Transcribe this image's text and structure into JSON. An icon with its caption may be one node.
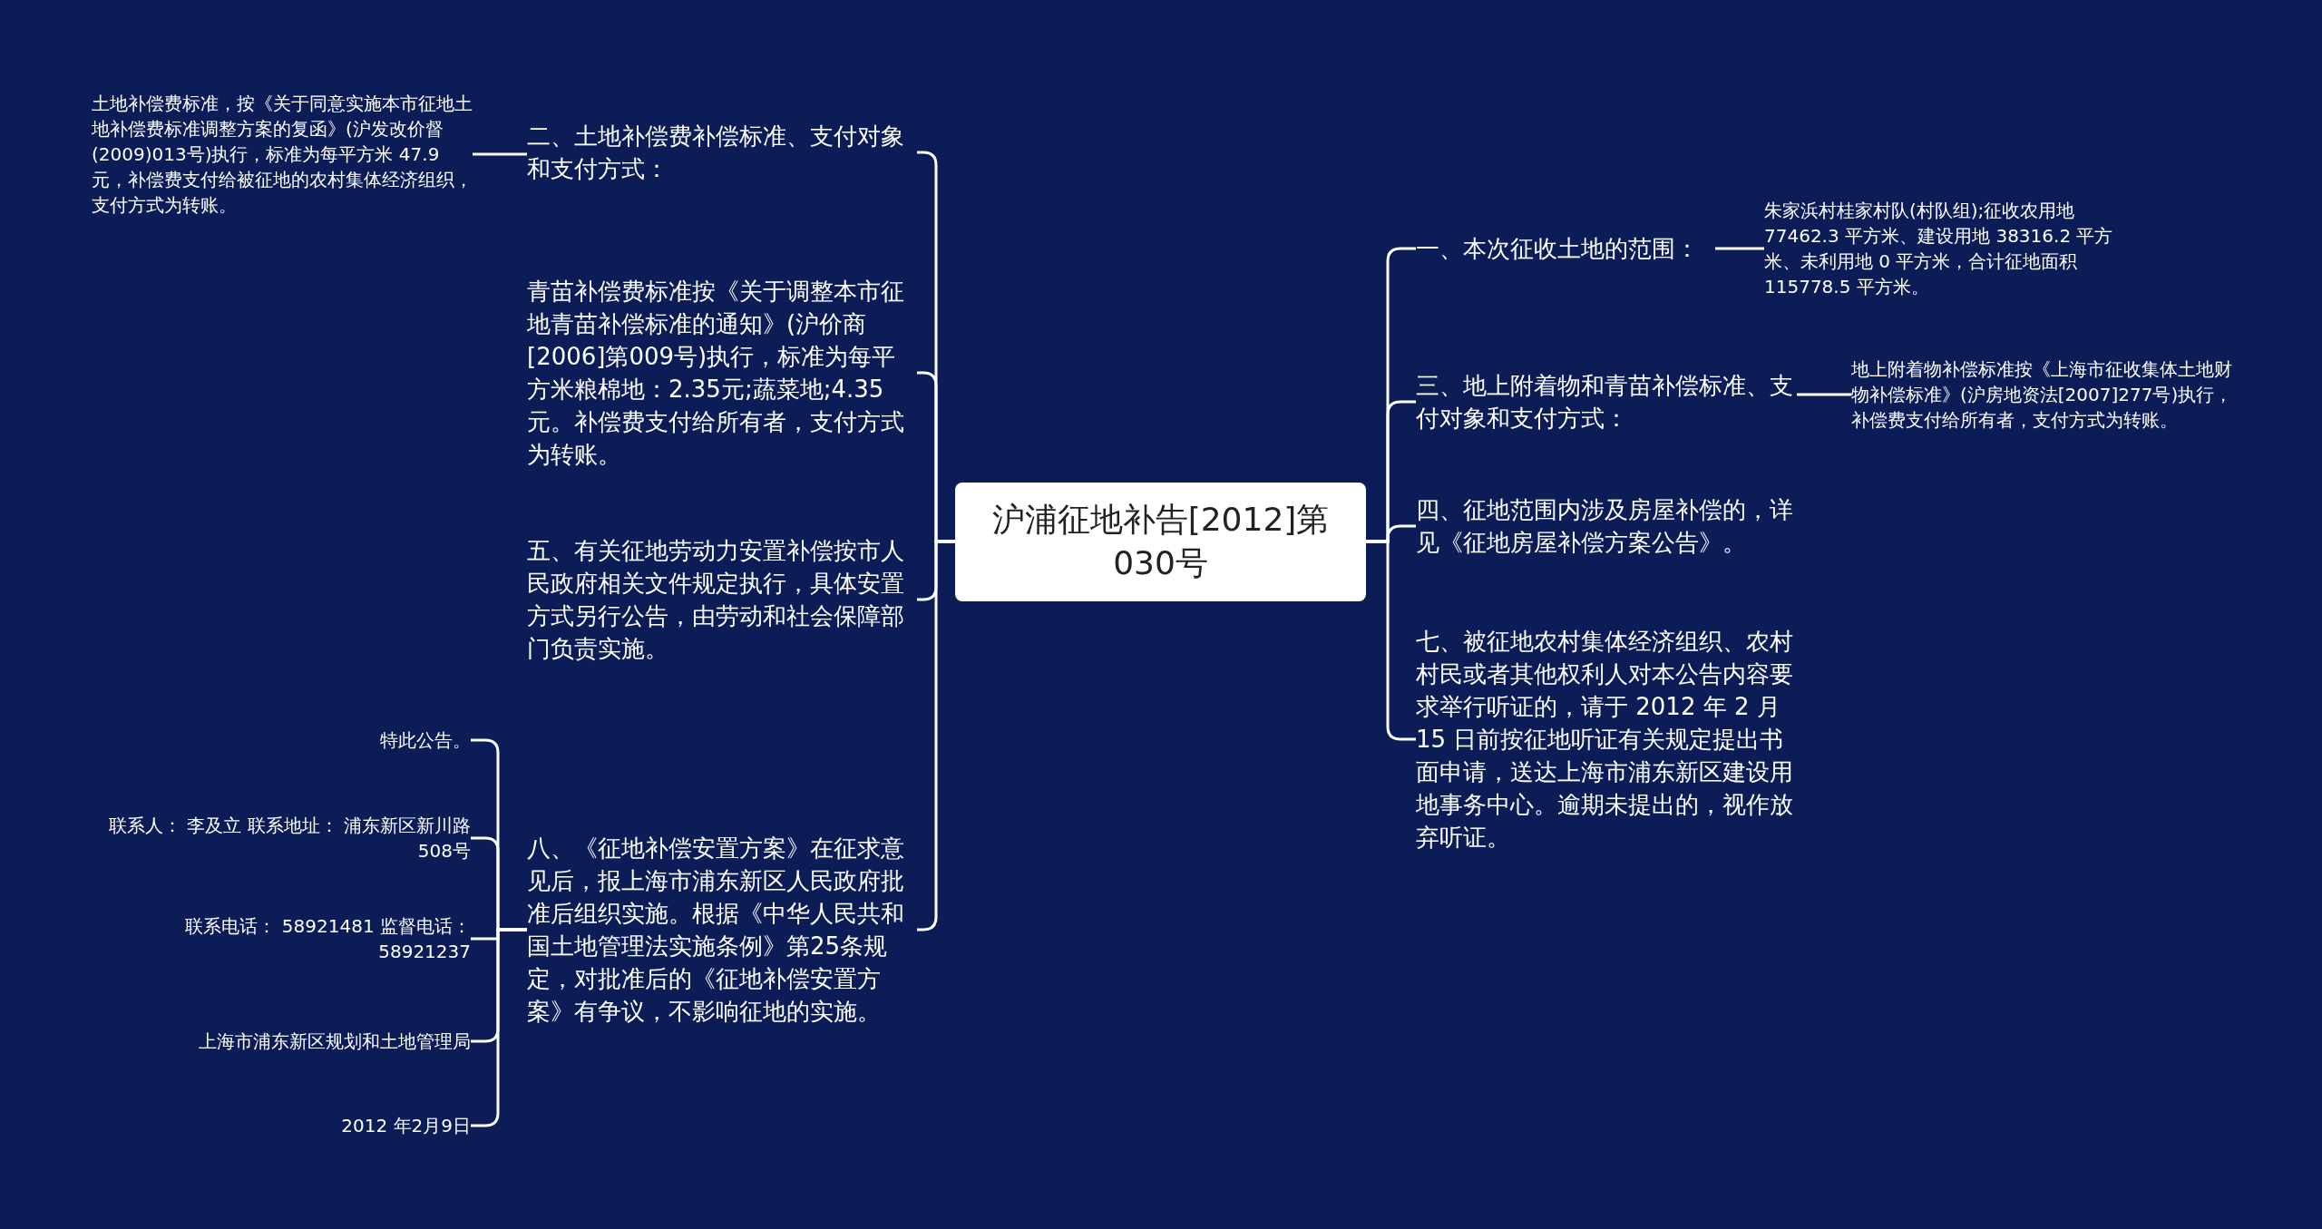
{
  "diagram": {
    "nodes": [
      {
        "text": [
          "沪浦征地补告[2012]第030号"
        ]
      },
      {
        "text": [
          "二、土地补偿费补偿标准、支付对象和支付方式："
        ]
      },
      {
        "text": [
          "土地补偿费标准，按《关于同意实施本市征地土地补偿费标准调整方案的复函》(沪发改价督(2009)013号)执行，标准为每平方米 47.9 元，补偿费支付给被征地的农村集体经济组织，支付方式为转账。"
        ]
      },
      {
        "text": [
          "青苗补偿费标准按《关于调整本市征地青苗补偿标准的通知》(沪价商[2006]第009号)执行，标准为每平方米粮棉地：2.35元;蔬菜地;4.35元。补偿费支付给所有者，支付方式为转账。"
        ]
      },
      {
        "text": [
          "五、有关征地劳动力安置补偿按市人民政府相关文件规定执行，具体安置方式另行公告，由劳动和社会保障部门负责实施。"
        ]
      },
      {
        "text": [
          "八、《征地补偿安置方案》在征求意见后，报上海市浦东新区人民政府批准后组织实施。根据《中华人民共和国土地管理法实施条例》第25条规定，对批准后的《征地补偿安置方案》有争议，不影响征地的实施。"
        ]
      },
      {
        "text": [
          "特此公告。"
        ]
      },
      {
        "text": [
          "联系人： 李及立 联系地址： 浦东新区新川路508号"
        ]
      },
      {
        "text": [
          "联系电话： 58921481 监督电话： 58921237"
        ]
      },
      {
        "text": [
          "上海市浦东新区规划和土地管理局"
        ]
      },
      {
        "text": [
          "2012 年2月9日"
        ]
      },
      {
        "text": [
          "一、本次征收土地的范围："
        ]
      },
      {
        "text": [
          "朱家浜村桂家村队(村队组);征收农用地 77462.3 平方米、建设用地 38316.2 平方米、未利用地 0 平方米，合计征地面积 115778.5 平方米。"
        ]
      },
      {
        "text": [
          "三、地上附着物和青苗补偿标准、支付对象和支付方式："
        ]
      },
      {
        "text": [
          "地上附着物补偿标准按《上海市征收集体土地财物补偿标准》(沪房地资法[2007]277号)执行，补偿费支付给所有者，支付方式为转账。"
        ]
      },
      {
        "text": [
          "四、征地范围内涉及房屋补偿的，详见《征地房屋补偿方案公告》。"
        ]
      },
      {
        "text": [
          "七、被征地农村集体经济组织、农村村民或者其他权利人对本公告内容要求举行听证的，请于 2012 年 2 月15 日前按征地听证有关规定提出书面申请，送达上海市浦东新区建设用地事务中心。逾期未提出的，视作放弃听证。"
        ]
      }
    ],
    "edges": [
      {
        "from": 0,
        "to": 1,
        "arrow": "none"
      },
      {
        "from": 0,
        "to": 3,
        "arrow": "none"
      },
      {
        "from": 0,
        "to": 4,
        "arrow": "none"
      },
      {
        "from": 0,
        "to": 5,
        "arrow": "none"
      },
      {
        "from": 1,
        "to": 2,
        "arrow": "none"
      },
      {
        "from": 5,
        "to": 6,
        "arrow": "none"
      },
      {
        "from": 5,
        "to": 7,
        "arrow": "none"
      },
      {
        "from": 5,
        "to": 8,
        "arrow": "none"
      },
      {
        "from": 5,
        "to": 9,
        "arrow": "none"
      },
      {
        "from": 5,
        "to": 10,
        "arrow": "none"
      },
      {
        "from": 0,
        "to": 11,
        "arrow": "none"
      },
      {
        "from": 0,
        "to": 13,
        "arrow": "none"
      },
      {
        "from": 0,
        "to": 15,
        "arrow": "none"
      },
      {
        "from": 0,
        "to": 16,
        "arrow": "none"
      },
      {
        "from": 11,
        "to": 12,
        "arrow": "none"
      },
      {
        "from": 13,
        "to": 14,
        "arrow": "none"
      }
    ]
  }
}
